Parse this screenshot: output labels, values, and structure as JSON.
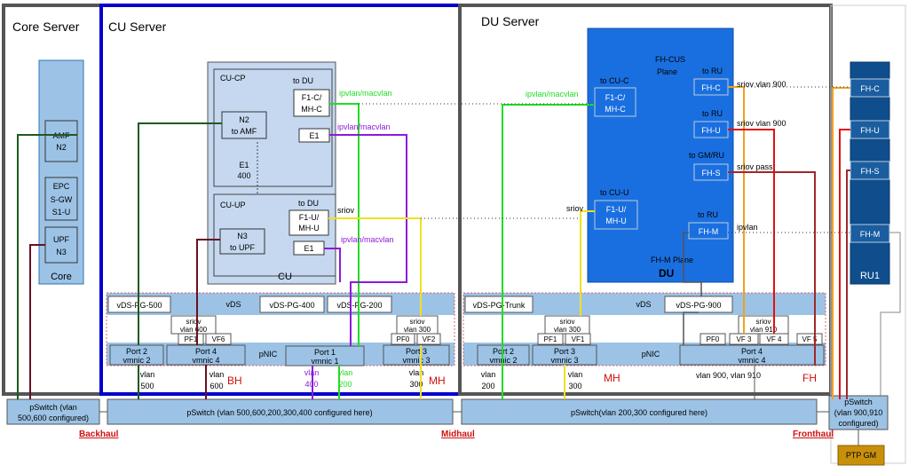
{
  "servers": {
    "core": "Core Server",
    "cu": "CU Server",
    "du": "DU Server"
  },
  "core_block": {
    "amf": [
      "AMF",
      "N2"
    ],
    "epc": [
      "EPC",
      "S-GW",
      "S1-U"
    ],
    "upf": [
      "UPF",
      "N3"
    ],
    "label": "Core"
  },
  "cu": {
    "cp_title": "CU-CP",
    "cp_to_du": "to DU",
    "cp_f1c": [
      "F1-C/",
      "MH-C"
    ],
    "cp_n2": [
      "N2",
      "to AMF"
    ],
    "cp_e1": "E1",
    "e1_mid": [
      "E1",
      "400"
    ],
    "up_title": "CU-UP",
    "up_to_du": "to DU",
    "up_f1u": [
      "F1-U/",
      "MH-U"
    ],
    "up_n3": [
      "N3",
      "to UPF"
    ],
    "up_e1": "E1",
    "label": "CU",
    "ipvlan1": "ipvlan/macvlan",
    "ipvlan2": "ipvlan/macvlan",
    "ipvlan3": "ipvlan/macvlan",
    "sriov": "sriov"
  },
  "du": {
    "fh_cus": [
      "FH-CUS",
      "Plane"
    ],
    "to_cuc": "to CU-C",
    "f1c": [
      "F1-C/",
      "MH-C"
    ],
    "to_cuu": "to CU-U",
    "f1u": [
      "F1-U/",
      "MH-U"
    ],
    "to_ru1": "to RU",
    "fhc": "FH-C",
    "to_ru2": "to RU",
    "fhu": "FH-U",
    "to_gmru": "to GM/RU",
    "fhs": "FH-S",
    "to_ru3": "to RU",
    "fhm": "FH-M",
    "fhm_plane": "FH-M Plane",
    "label": "DU",
    "ipvlan": "ipvlan/macvlan",
    "sriov": "sriov",
    "sriov_vlan900a": "sriov vlan 900",
    "sriov_vlan900b": "sriov vlan 900",
    "sriov_pass": "sriov pass",
    "ipvlan_fhm": "ipvlan"
  },
  "ru": {
    "fhc": "FH-C",
    "fhu": "FH-U",
    "fhs": "FH-S",
    "fhm": "FH-M",
    "label": "RU1"
  },
  "cu_vds": {
    "pg500": "vDS-PG-500",
    "vds": "vDS",
    "pg400": "vDS-PG-400",
    "pg200": "vDS-PG-200",
    "sriov600": [
      "sriov",
      "vlan 600"
    ],
    "sriov300": [
      "sriov",
      "vlan 300"
    ]
  },
  "cu_pnic": {
    "pf1": "PF1",
    "vf6": "VF6",
    "pf0": "PF0",
    "vf2": "VF2",
    "port2": [
      "Port 2",
      "vmnic 2"
    ],
    "port4": [
      "Port 4",
      "vmnic 4"
    ],
    "pnic": "pNIC",
    "port1": [
      "Port 1",
      "vmnic 1"
    ],
    "port3": [
      "Port 3",
      "vmnic 3"
    ]
  },
  "cu_vlans": {
    "v500": [
      "vlan",
      "500"
    ],
    "v600": [
      "vlan",
      "600"
    ],
    "bh": "BH",
    "v400": [
      "vlan",
      "400"
    ],
    "v200": [
      "vlan",
      "200"
    ],
    "v300": [
      "vlan",
      "300"
    ],
    "mh": "MH"
  },
  "du_vds": {
    "trunk": "vDS-PG-Trunk",
    "vds": "vDS",
    "pg900": "vDS-PG-900",
    "sriov300": [
      "sriov",
      "vlan 300"
    ],
    "sriov910": [
      "sriov",
      "vlan 910"
    ]
  },
  "du_pnic": {
    "pf1": "PF1",
    "vf1": "VF1",
    "pf0": "PF0",
    "vf3": "VF 3",
    "vf4": "VF 4",
    "vf5": "VF 5",
    "port2": [
      "Port 2",
      "vmnic 2"
    ],
    "port3": [
      "Port 3",
      "vmnic 3"
    ],
    "pnic": "pNIC",
    "port4": [
      "Port 4",
      "vmnic 4"
    ]
  },
  "du_vlans": {
    "v200": [
      "vlan",
      "200"
    ],
    "v300": [
      "vlan",
      "300"
    ],
    "mh": "MH",
    "v900910": "vlan 900, vlan 910",
    "fh": "FH"
  },
  "pswitch": {
    "core": [
      "pSwitch (vlan",
      "500,600 configured)"
    ],
    "cu": "pSwitch (vlan 500,600,200,300,400 configured here)",
    "du": "pSwitch(vlan 200,300 configured here)",
    "ru": [
      "pSwitch",
      "(vlan 900,910",
      "configured)"
    ],
    "ptp": "PTP GM"
  },
  "hauls": {
    "backhaul": "Backhaul",
    "midhaul": "Midhaul",
    "fronthaul": "Fronthaul"
  },
  "colors": {
    "green_dark": "#1e5b1e",
    "green": "#22dd22",
    "purple": "#8c1ad9",
    "yellow": "#f0e020",
    "orange": "#f0a020",
    "red": "#e01010",
    "maroon": "#6a1020",
    "brown": "#a0282a",
    "du_blue": "#1a6fe0",
    "cu_blue": "#0000cc",
    "box_blue": "#9cc3e6",
    "haul_red": "#d01010"
  }
}
